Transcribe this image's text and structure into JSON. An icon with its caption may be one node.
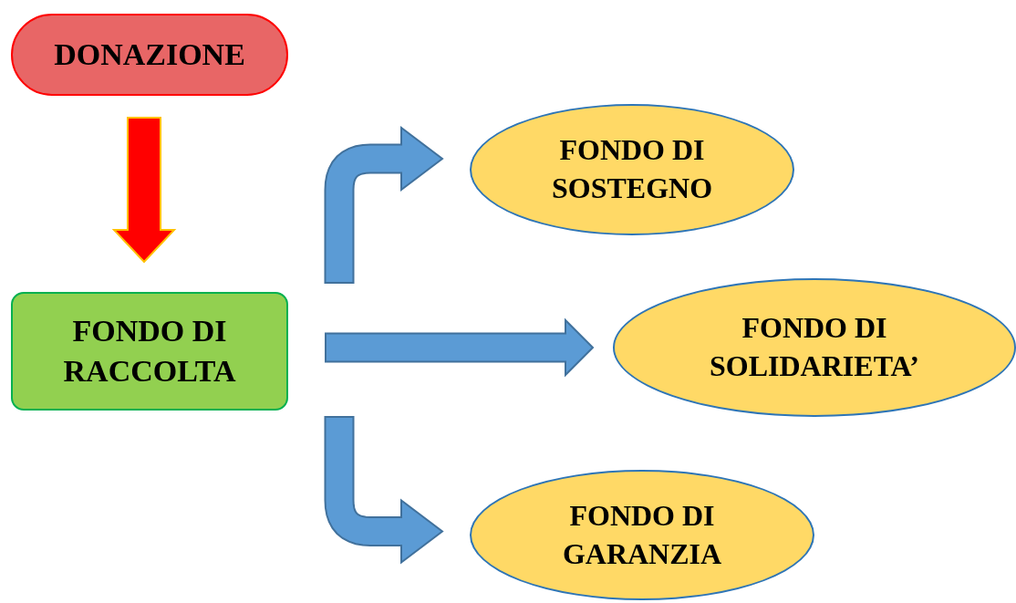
{
  "diagram": {
    "nodes": [
      {
        "text": [
          "DONAZIONE"
        ]
      },
      {
        "text": [
          "FONDO DI RACCOLTA"
        ]
      },
      {
        "text": [
          "FONDO DI SOSTEGNO"
        ]
      },
      {
        "text": [
          "FONDO DI SOLIDARIETA’"
        ]
      },
      {
        "text": [
          "FONDO DI GARANZIA"
        ]
      }
    ],
    "edges": [
      {
        "from": 0,
        "to": 1,
        "arrow": "to",
        "color": "#ff0000"
      },
      {
        "from": 1,
        "to": 2,
        "arrow": "to"
      },
      {
        "from": 1,
        "to": 3,
        "arrow": "to"
      },
      {
        "from": 1,
        "to": 4,
        "arrow": "to"
      }
    ]
  }
}
